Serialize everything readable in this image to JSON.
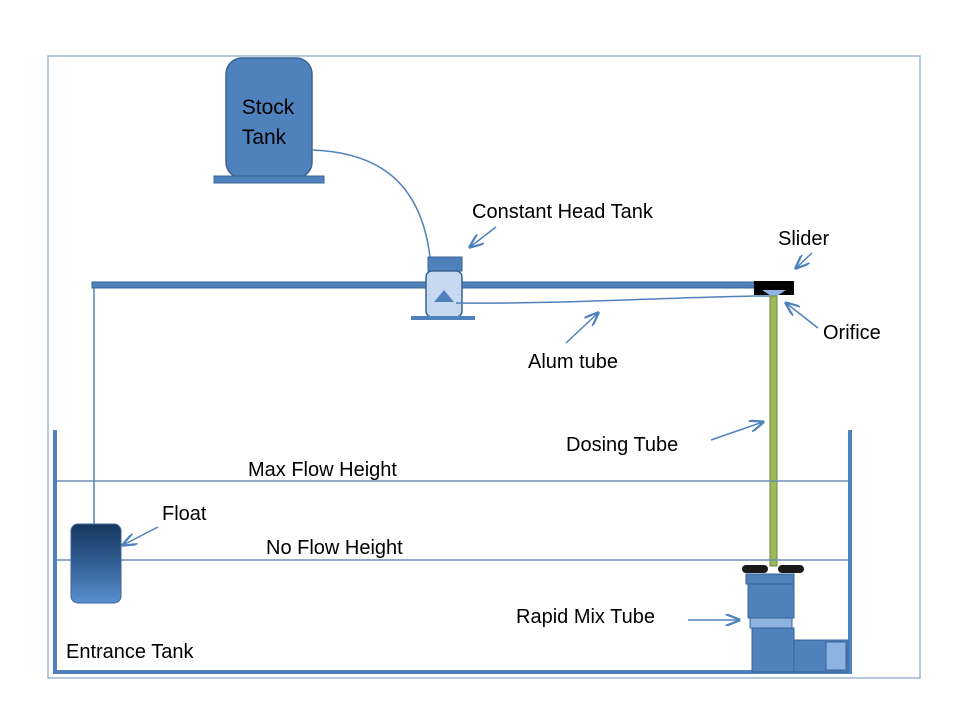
{
  "colors": {
    "frame": "#9db7d3",
    "tank_fill": "#4f81bd",
    "tank_stroke": "#3a6494",
    "tank_wall": "#4f81bd",
    "line": "#4f81bd",
    "water_line": "#6d8fb5",
    "float_top": "#17365d",
    "float_bottom": "#4f81bd",
    "dosing_tube": "#9bbb59",
    "slider": "#000000",
    "light_fill": "#c6d9f1",
    "arrow": "#4f81bd"
  },
  "labels": {
    "stock_tank_line1": "Stock",
    "stock_tank_line2": "Tank",
    "constant_head_tank": "Constant Head Tank",
    "slider": "Slider",
    "orifice": "Orifice",
    "alum_tube": "Alum tube",
    "dosing_tube": "Dosing Tube",
    "max_flow_height": "Max Flow Height",
    "no_flow_height": "No Flow Height",
    "float": "Float",
    "rapid_mix_tube": "Rapid Mix Tube",
    "entrance_tank": "Entrance Tank"
  }
}
